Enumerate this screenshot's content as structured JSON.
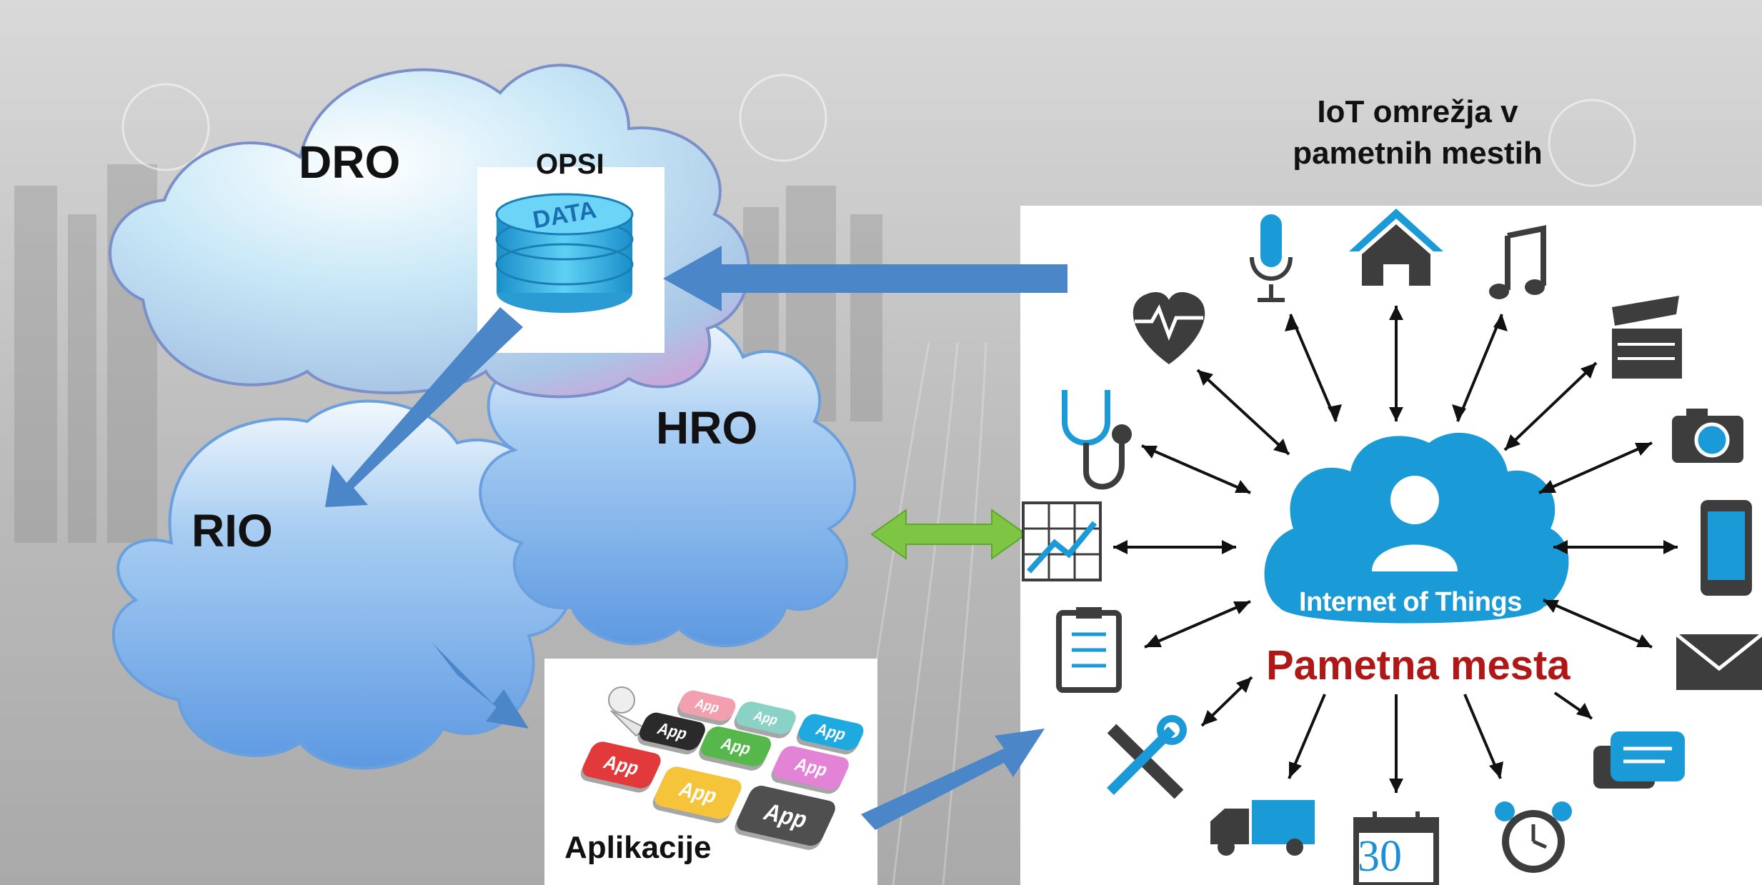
{
  "labels": {
    "dro": "DRO",
    "opsi": "OPSI",
    "hro": "HRO",
    "rio": "RIO",
    "aplikacije": "Aplikacije",
    "iot_title": "IoT omrežja v pametnih mestih",
    "iot_cloud": "Internet of Things",
    "pametna_mesta": "Pametna mesta",
    "data_icon": "DATA",
    "calendar_day": "30"
  },
  "app_keys": [
    "App",
    "App",
    "App",
    "App",
    "App",
    "App",
    "App",
    "App"
  ],
  "colors": {
    "arrow_blue": "#4a86c8",
    "arrow_green": "#7dc543",
    "iot_blue": "#1a9ad6",
    "icon_dark": "#3d3d3d",
    "pametna_red": "#b01818"
  },
  "icons": [
    "heart-icon",
    "microphone-icon",
    "home-icon",
    "music-icon",
    "clapperboard-icon",
    "camera-icon",
    "smartphone-icon",
    "envelope-icon",
    "chat-icon",
    "alarm-clock-icon",
    "calendar-icon",
    "truck-icon",
    "tools-icon",
    "clipboard-icon",
    "chart-icon",
    "stethoscope-icon",
    "database-icon",
    "person-icon"
  ]
}
